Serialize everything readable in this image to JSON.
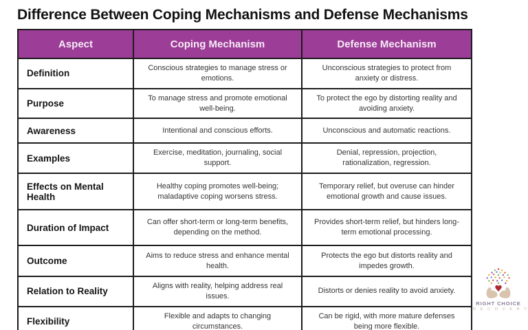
{
  "title": "Difference Between Coping Mechanisms and Defense Mechanisms",
  "table": {
    "headers": [
      "Aspect",
      "Coping Mechanism",
      "Defense Mechanism"
    ],
    "rows": [
      {
        "aspect": "Definition",
        "coping": "Conscious strategies to manage stress or emotions.",
        "defense": "Unconscious strategies to protect from anxiety or distress."
      },
      {
        "aspect": "Purpose",
        "coping": "To manage stress and promote emotional well-being.",
        "defense": "To protect the ego by distorting reality and avoiding anxiety."
      },
      {
        "aspect": "Awareness",
        "coping": "Intentional and conscious efforts.",
        "defense": "Unconscious and automatic reactions."
      },
      {
        "aspect": "Examples",
        "coping": "Exercise, meditation, journaling, social support.",
        "defense": "Denial, repression, projection, rationalization, regression."
      },
      {
        "aspect": "Effects on Mental Health",
        "coping": "Healthy coping promotes well-being; maladaptive coping worsens stress.",
        "defense": "Temporary relief, but overuse can hinder emotional growth and cause issues."
      },
      {
        "aspect": "Duration of Impact",
        "coping": "Can offer short-term or long-term benefits, depending on the method.",
        "defense": "Provides short-term relief, but hinders long-term emotional processing."
      },
      {
        "aspect": "Outcome",
        "coping": "Aims to reduce stress and enhance mental health.",
        "defense": "Protects the ego but distorts reality and impedes growth."
      },
      {
        "aspect": "Relation to Reality",
        "coping": "Aligns with reality, helping address real issues.",
        "defense": "Distorts or denies reality to avoid anxiety."
      },
      {
        "aspect": "Flexibility",
        "coping": "Flexible and adapts to changing circumstances.",
        "defense": "Can be rigid, with more mature defenses being more flexible."
      }
    ]
  },
  "logo": {
    "name": "RIGHT CHOICE",
    "subname": "R E C O V E R Y"
  },
  "colors": {
    "header_bg": "#9C3D97",
    "header_text": "#F7EBF6",
    "border": "#1B1B1B",
    "title_text": "#121212",
    "cell_text": "#333333",
    "logo_name_text": "#8C7F98",
    "logo_subname_text": "#C2B09E",
    "logo_hands": "#D8C3AD",
    "logo_heart": "#AE2B33"
  }
}
